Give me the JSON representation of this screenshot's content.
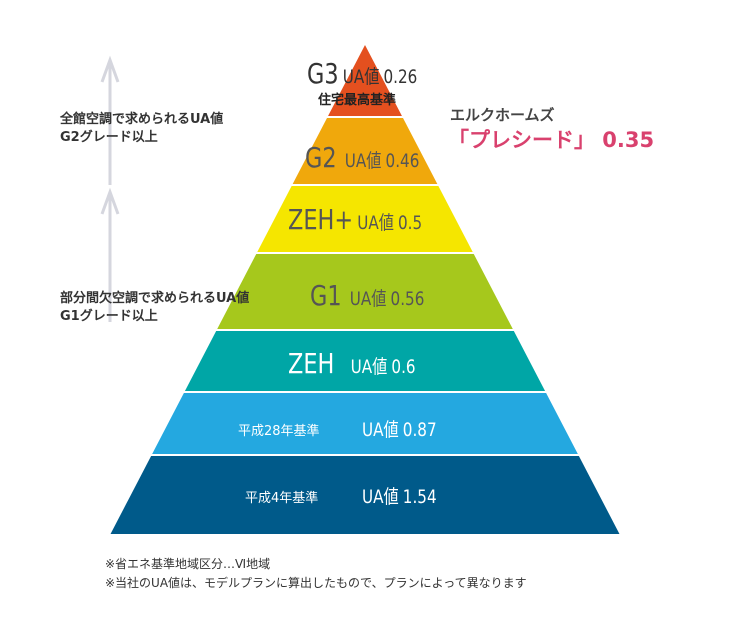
{
  "layers": [
    {
      "name": "G3",
      "ua_label": "UA値",
      "value": "0.26",
      "sub": "住宅最高基準",
      "color": "#e4501f",
      "text_color": "#333333"
    },
    {
      "name": "G2",
      "ua_label": "UA値",
      "value": "0.46",
      "color": "#f0a80c",
      "text_color": "#555555"
    },
    {
      "name": "ZEH+",
      "ua_label": "UA値",
      "value": "0.5",
      "color": "#f5e600",
      "text_color": "#555555"
    },
    {
      "name": "G1",
      "ua_label": "UA値",
      "value": "0.56",
      "color": "#a6c81c",
      "text_color": "#555555"
    },
    {
      "name": "ZEH",
      "ua_label": "UA値",
      "value": "0.6",
      "color": "#00a6a6",
      "text_color": "#ffffff"
    },
    {
      "name": "平成28年基準",
      "ua_label": "UA値",
      "value": "0.87",
      "color": "#24a8e0",
      "text_color": "#ffffff"
    },
    {
      "name": "平成4年基準",
      "ua_label": "UA値",
      "value": "1.54",
      "color": "#005a8a",
      "text_color": "#ffffff"
    }
  ],
  "annotations": {
    "g2_line1": "全館空調で求められるUA値",
    "g2_line2": "G2グレード以上",
    "g1_line1": "部分間欠空調で求められるUA値",
    "g1_line2": "G1グレード以上"
  },
  "brand": {
    "company": "エルクホームズ",
    "product": "「プレシード」 0.35",
    "accent": "#d9416e"
  },
  "footnotes": [
    "※省エネ基準地域区分…Ⅵ地域",
    "※当社のUA値は、モデルプランに算出したもので、プランによって異なります"
  ]
}
